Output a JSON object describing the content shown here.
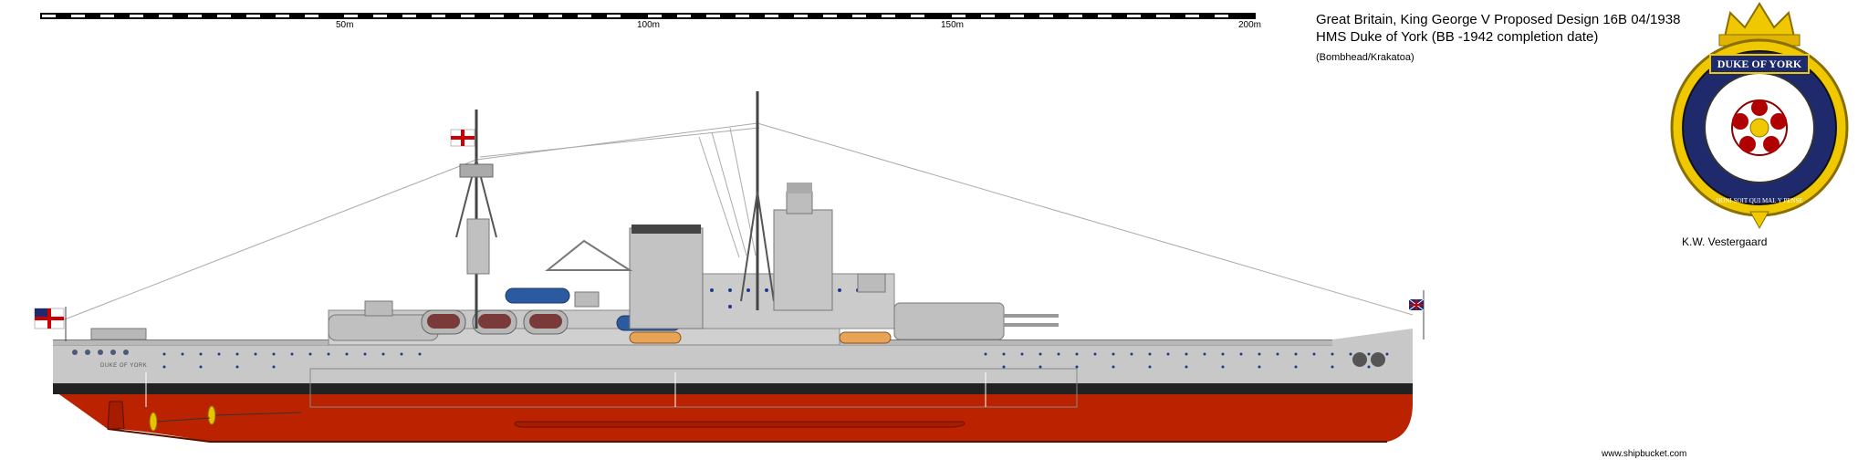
{
  "title": {
    "line1": "Great Britain, King George V Proposed Design 16B 04/1938",
    "line2": "HMS Duke of York (BB -1942 completion date)",
    "line3": "(Bombhead/Krakatoa)"
  },
  "scale_bar": {
    "labels": [
      "50m",
      "100m",
      "150m",
      "200m"
    ]
  },
  "crest": {
    "name": "DUKE OF YORK",
    "motto": "HONI SOIT QUI MAL Y PENSE"
  },
  "hull_name": "DUKE OF YORK",
  "author": "K.W. Vestergaard",
  "website": "www.shipbucket.com",
  "colors": {
    "hull_grey": "#c8c8c8",
    "boot_black": "#222222",
    "antifouling_red": "#bb2200",
    "crest_blue": "#1e2a6b",
    "crest_gold": "#f0c800"
  }
}
